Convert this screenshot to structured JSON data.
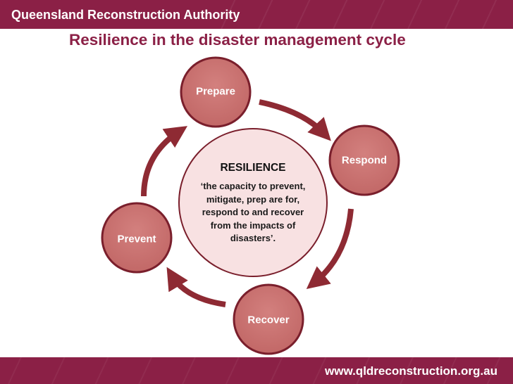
{
  "header": {
    "organization": "Queensland Reconstruction Authority"
  },
  "slide": {
    "title": "Resilience in the disaster management cycle"
  },
  "cycle": {
    "nodes": {
      "prepare": "Prepare",
      "respond": "Respond",
      "recover": "Recover",
      "prevent": "Prevent"
    },
    "center": {
      "heading": "RESILIENCE",
      "definition": "‘the capacity to prevent, mitigate, prep are for, respond to and recover from the impacts of disasters’."
    }
  },
  "footer": {
    "url": "www.qldreconstruction.org.au"
  },
  "colors": {
    "brand": "#8b2046",
    "node_fill": "#c9706f",
    "node_stroke": "#7a1f2c",
    "center_fill": "#f8e1e2",
    "arrow": "#8e2a33"
  }
}
